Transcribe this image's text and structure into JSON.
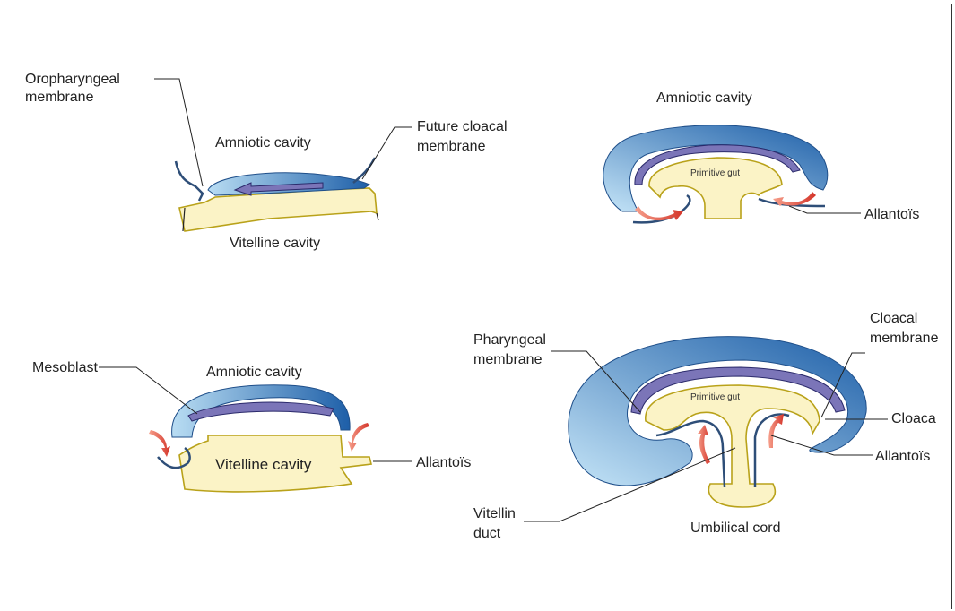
{
  "labels": {
    "d1_oropharyngeal": "Oropharyngeal\nmembrane",
    "d1_amniotic": "Amniotic cavity",
    "d1_future_cloacal": "Future cloacal\nmembrane",
    "d1_vitelline": "Vitelline cavity",
    "d2_amniotic": "Amniotic cavity",
    "d2_primitive_gut": "Primitive gut",
    "d2_allantois": "Allantoïs",
    "d3_mesoblast": "Mesoblast",
    "d3_amniotic": "Amniotic cavity",
    "d3_vitelline": "Vitelline cavity",
    "d3_allantois": "Allantoïs",
    "d4_pharyngeal": "Pharyngeal\nmembrane",
    "d4_primitive_gut": "Primitive gut",
    "d4_cloacal": "Cloacal\nmembrane",
    "d4_cloaca": "Cloaca",
    "d4_allantois": "Allantoïs",
    "d4_vitellin_duct": "Vitellin\nduct",
    "d4_umbilical_cord": "Umbilical cord"
  },
  "colors": {
    "ectoderm_light": "#b9ddf3",
    "ectoderm_dark": "#1e5fa8",
    "mesoderm": "#7b75b8",
    "endoderm_fill": "#fbf3c6",
    "endoderm_line": "#b9a21a",
    "arrow_light": "#f6a08c",
    "arrow_dark": "#d4352a"
  }
}
